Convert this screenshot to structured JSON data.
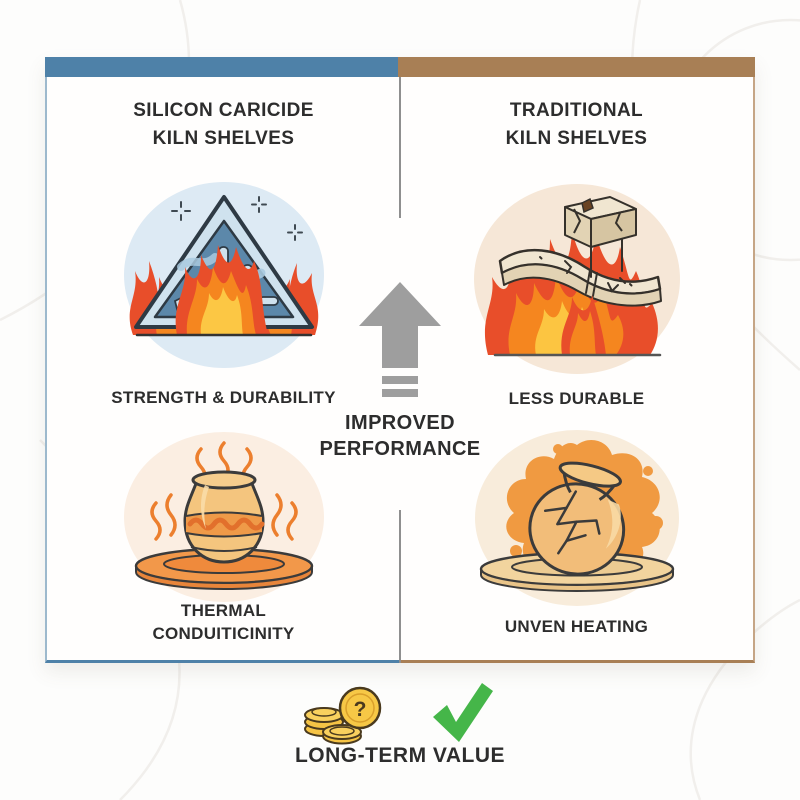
{
  "columns": {
    "left": {
      "title": "SILICON CARICIDE\nKILN SHELVES",
      "accent_color": "#4E81A8",
      "items": [
        {
          "icon": "silicon-carbide-shelf-fire-icon",
          "label": "STRENGTH & DURABILITY"
        },
        {
          "icon": "glowing-pot-on-shelf-icon",
          "label": "THERMAL\nCONDUITICINITY"
        }
      ]
    },
    "right": {
      "title": "TRADITIONAL\nKILN SHELVES",
      "accent_color": "#A87F55",
      "items": [
        {
          "icon": "cracked-shelf-fire-icon",
          "label": "LESS DURABLE"
        },
        {
          "icon": "cracked-pot-splat-icon",
          "label": "UNVEN HEATING"
        }
      ]
    }
  },
  "center": {
    "icon": "improvement-up-arrow-icon",
    "label": "IMPROVED\nPERFORMANCE"
  },
  "footer": {
    "icons": [
      "coins-question-icon",
      "green-check-icon"
    ],
    "coin_symbol": "?",
    "label": "LONG-TERM VALUE"
  },
  "colors": {
    "left_accent": "#4E81A8",
    "right_accent": "#A87F55",
    "divider_gray": "#8F8F8F",
    "arrow_gray": "#9E9E9E",
    "check_green": "#45B649",
    "flame_red": "#E84E2A",
    "flame_orange": "#F5861F",
    "flame_yellow": "#FCC744",
    "left_circle_bg": "#DDEAF4",
    "right_circle_bg": "#F6E7D7",
    "pot_circle_bg": "#FBEEE2"
  }
}
